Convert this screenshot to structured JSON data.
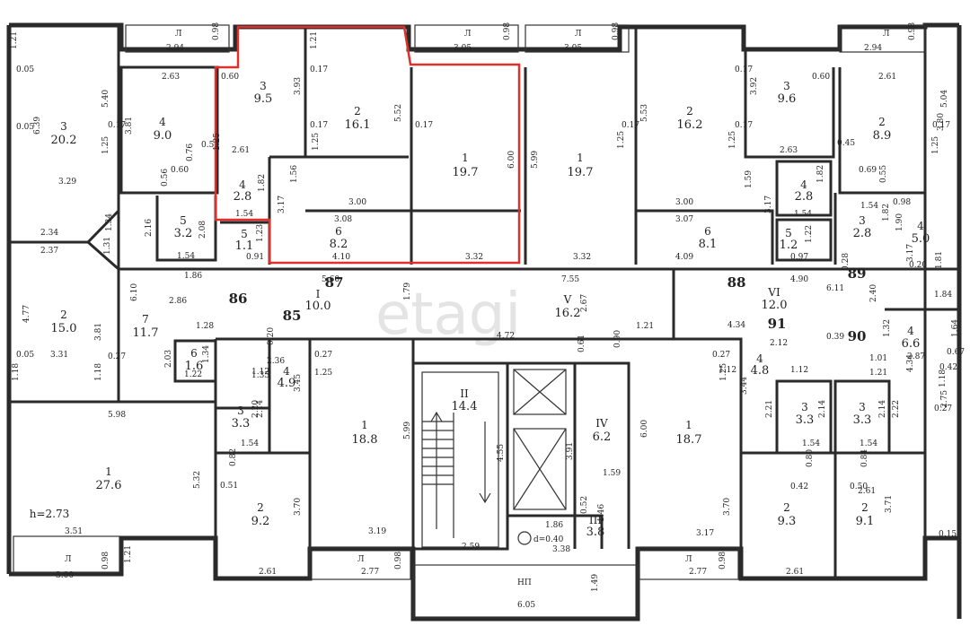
{
  "watermark": "etagi",
  "highlight_color": "#e0302c",
  "wall_color": "#2a2a2a",
  "rooms": [
    {
      "id": "l-3",
      "num": "3",
      "area": "20.2"
    },
    {
      "id": "l-4",
      "num": "4",
      "area": "9.0"
    },
    {
      "id": "l-5",
      "num": "5",
      "area": "3.2"
    },
    {
      "id": "l-2",
      "num": "2",
      "area": "15.0"
    },
    {
      "id": "l-7",
      "num": "7",
      "area": "11.7"
    },
    {
      "id": "l-6",
      "num": "6",
      "area": "1.6"
    },
    {
      "id": "l-1",
      "num": "1",
      "area": "27.6"
    },
    {
      "id": "h-3",
      "num": "3",
      "area": "9.5"
    },
    {
      "id": "h-2",
      "num": "2",
      "area": "16.1"
    },
    {
      "id": "h-1",
      "num": "1",
      "area": "19.7"
    },
    {
      "id": "h-4",
      "num": "4",
      "area": "2.8"
    },
    {
      "id": "h-5",
      "num": "5",
      "area": "1.1"
    },
    {
      "id": "h-6",
      "num": "6",
      "area": "8.2"
    },
    {
      "id": "c-1",
      "num": "1",
      "area": "19.7"
    },
    {
      "id": "c-2",
      "num": "2",
      "area": "16.2"
    },
    {
      "id": "c-3",
      "num": "3",
      "area": "9.6"
    },
    {
      "id": "c-4",
      "num": "4",
      "area": "2.8"
    },
    {
      "id": "c-5",
      "num": "5",
      "area": "1.2"
    },
    {
      "id": "c-6",
      "num": "6",
      "area": "8.1"
    },
    {
      "id": "r-2",
      "num": "2",
      "area": "8.9"
    },
    {
      "id": "r-3",
      "num": "3",
      "area": "2.8"
    },
    {
      "id": "r-4",
      "num": "4",
      "area": "5.0"
    },
    {
      "id": "r-4b",
      "num": "4",
      "area": "6.6"
    },
    {
      "id": "hall-I",
      "num": "I",
      "area": "10.0"
    },
    {
      "id": "hall-V",
      "num": "V",
      "area": "16.2"
    },
    {
      "id": "hall-VI",
      "num": "VI",
      "area": "12.0"
    },
    {
      "id": "stair-II",
      "num": "II",
      "area": "14.4"
    },
    {
      "id": "lift-IV",
      "num": "IV",
      "area": "6.2"
    },
    {
      "id": "room-III",
      "num": "III",
      "area": "3.8"
    },
    {
      "id": "m1-4",
      "num": "4",
      "area": "4.9"
    },
    {
      "id": "m1-3",
      "num": "3",
      "area": "3.3"
    },
    {
      "id": "m1-2",
      "num": "2",
      "area": "9.2"
    },
    {
      "id": "m1-1",
      "num": "1",
      "area": "18.8"
    },
    {
      "id": "m2-1",
      "num": "1",
      "area": "18.7"
    },
    {
      "id": "m2-4",
      "num": "4",
      "area": "4.8"
    },
    {
      "id": "m2-3a",
      "num": "3",
      "area": "3.3"
    },
    {
      "id": "m2-3b",
      "num": "3",
      "area": "3.3"
    },
    {
      "id": "m2-2a",
      "num": "2",
      "area": "9.3"
    },
    {
      "id": "m2-2b",
      "num": "2",
      "area": "9.1"
    }
  ],
  "apartment_numbers": [
    "86",
    "87",
    "85",
    "88",
    "89",
    "91",
    "90"
  ],
  "balcony_label": "Л",
  "entrance_label": "НП",
  "ceiling_height": "h=2.73",
  "pipe_label": "d=0.40",
  "dimensions": {
    "top": [
      "2.94",
      "0.98",
      "3.05",
      "0.98",
      "3.05",
      "0.98",
      "2.94",
      "0.98",
      "1.21",
      "1.21",
      "2.63",
      "2.61"
    ],
    "bottom": [
      "3.00",
      "0.98",
      "1.21",
      "2.61",
      "2.77",
      "0.98",
      "2.77",
      "0.98",
      "2.61",
      "0.15",
      "3.51",
      "3.19",
      "3.17",
      "2.59",
      "3.38",
      "1.49",
      "6.05"
    ],
    "left": [
      "0.05",
      "0.05",
      "6.39",
      "5.40",
      "0.17",
      "1.25",
      "3.81",
      "0.51",
      "0.76",
      "0.60",
      "0.56",
      "3.29",
      "2.34",
      "2.37",
      "1.34",
      "1.31",
      "2.16",
      "2.08",
      "1.54",
      "1.86",
      "4.77",
      "3.81",
      "0.27",
      "0.05",
      "3.31",
      "1.18",
      "1.18",
      "6.10",
      "2.86",
      "1.28",
      "2.03",
      "1.34",
      "1.22",
      "5.98",
      "5.32",
      "0.51",
      "0.82"
    ],
    "highlight": [
      "0.60",
      "3.93",
      "0.17",
      "0.17",
      "5.52",
      "0.17",
      "2.61",
      "1.25",
      "1.25",
      "1.56",
      "1.82",
      "3.17",
      "3.00",
      "1.54",
      "1.23",
      "3.08",
      "0.91",
      "4.10",
      "3.32",
      "6.00"
    ],
    "center": [
      "5.99",
      "0.17",
      "1.25",
      "3.32",
      "5.53",
      "0.17",
      "0.17",
      "1.25",
      "3.00",
      "3.07",
      "4.09",
      "1.59",
      "3.17",
      "3.92",
      "0.60",
      "2.63",
      "1.54",
      "0.97",
      "1.82",
      "1.22"
    ],
    "right": [
      "5.04",
      "0.17",
      "3.80",
      "1.25",
      "0.45",
      "0.69",
      "0.55",
      "0.98",
      "1.54",
      "1.82",
      "1.90",
      "3.17",
      "1.81",
      "1.84",
      "0.20",
      "0.28",
      "2.40",
      "1.32",
      "2.87",
      "1.64",
      "0.67",
      "0.42",
      "4.34",
      "1.18",
      "2.75",
      "0.27",
      "1.01",
      "1.21",
      "0.39"
    ],
    "corridor": [
      "5.60",
      "7.55",
      "4.90",
      "6.11",
      "1.79",
      "2.67",
      "1.21",
      "4.72",
      "0.61",
      "0.90",
      "4.34",
      "2.12",
      "1.12",
      "1.12",
      "0.27",
      "1.25",
      "3.44",
      "2.21",
      "2.14",
      "2.14",
      "2.22",
      "1.54",
      "1.54",
      "0.80",
      "0.84",
      "0.42",
      "0.50",
      "3.70",
      "3.71",
      "2.61",
      "1.12",
      "0.20",
      "2.36",
      "3.45",
      "1.35",
      "0.27",
      "1.25",
      "2.14",
      "2.20",
      "1.54",
      "5.99",
      "3.70",
      "4.55",
      "3.91",
      "1.59",
      "0.52",
      "1.46",
      "1.86",
      "6.00"
    ]
  }
}
